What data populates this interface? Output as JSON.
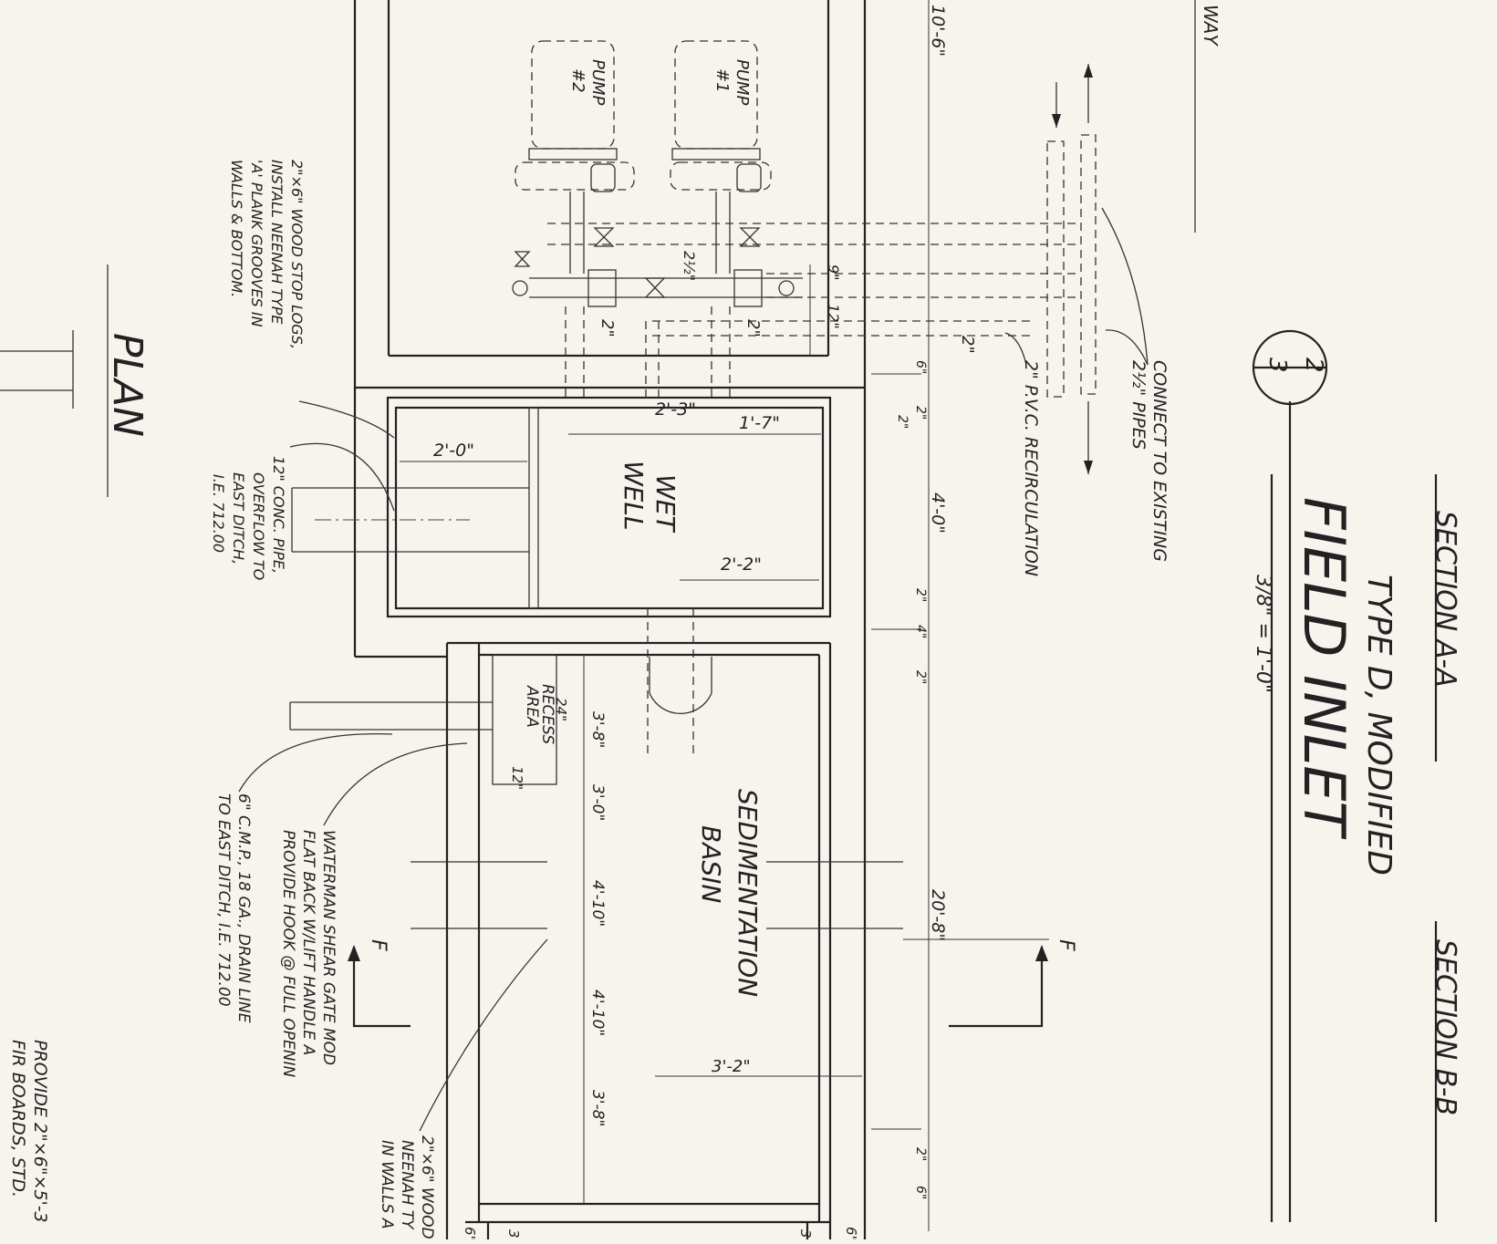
{
  "title_block": {
    "section_a": "SECTION A-A",
    "title_line1": "TYPE D, MODIFIED",
    "title_line2": "FIELD INLET",
    "scale": "3/8\" = 1'-0\"",
    "section_b": "SECTION B-B",
    "detail_number": "2",
    "sheet_number": "3",
    "plan_label": "PLAN",
    "top_right_partial": "WAY"
  },
  "rooms": {
    "wet_well_line1": "WET",
    "wet_well_line2": "WELL",
    "sed_basin_line1": "SEDIMENTATION",
    "sed_basin_line2": "BASIN",
    "recess_line1": "24\"",
    "recess_line2": "RECESS",
    "recess_line3": "AREA",
    "recess_width": "12\""
  },
  "pumps": {
    "pump1_line1": "PUMP",
    "pump1_line2": "#1",
    "pump2_line1": "PUMP",
    "pump2_line2": "#2"
  },
  "notes": {
    "connect_line1": "CONNECT TO EXISTING",
    "connect_line2": "2½\" PIPES",
    "pvc": "2\" P.V.C. RECIRCULATION",
    "stop_logs": [
      "2\"×6\" WOOD STOP LOGS,",
      "INSTALL NEENAH TYPE",
      "'A' PLANK GROOVES IN",
      "WALLS & BOTTOM."
    ],
    "overflow": [
      "12\" CONC. PIPE,",
      "OVERFLOW TO",
      "EAST DITCH,",
      "I.E. 712.00"
    ],
    "shear_gate": [
      "WATERMAN SHEAR GATE MOD",
      "FLAT BACK W/LIFT HANDLE A",
      "PROVIDE HOOK @ FULL OPENIN"
    ],
    "drain": [
      "6\" C.M.P., 18 GA., DRAIN LINE",
      "TO EAST DITCH, I.E. 712.00"
    ],
    "wood_bottom": [
      "2\"×6\" WOOD",
      "NEENAH TY",
      "IN WALLS A"
    ],
    "provide": [
      "PROVIDE 2\"×6\"×5'-3",
      "FIR BOARDS, STD."
    ]
  },
  "dimensions": {
    "overall_a": "10'-6\"",
    "overall_b": "20'-8\"",
    "d_6_top": "6\"",
    "d_2_top": "2\"",
    "d_2_top_b": "2\"",
    "d_4_0": "4'-0\"",
    "d_2_mid": "2\"",
    "d_4_mid": "4\"",
    "d_2_mid_b": "2\"",
    "d_2_bot": "2\"",
    "d_6_bot": "6\"",
    "d_9": "9\"",
    "d_12": "12\"",
    "d_2_half": "2½\"",
    "pipe_2a": "2\"",
    "pipe_2b": "2\"",
    "pipe_2c": "2\"",
    "d_2_3": "2'-3\"",
    "d_1_7": "1'-7\"",
    "d_2_0": "2'-0\"",
    "d_2_2": "2'-2\"",
    "d_3_8a": "3'-8\"",
    "d_3_0": "3'-0\"",
    "d_4_10a": "4'-10\"",
    "d_4_10b": "4'-10\"",
    "d_3_8b": "3'-8\"",
    "d_3_2": "3'-2\"",
    "bottom_6a": "6\"",
    "bottom_3a": "3\"",
    "bottom_3b": "3\"",
    "bottom_6b": "6\"",
    "section_f1": "F",
    "section_f2": "F"
  }
}
